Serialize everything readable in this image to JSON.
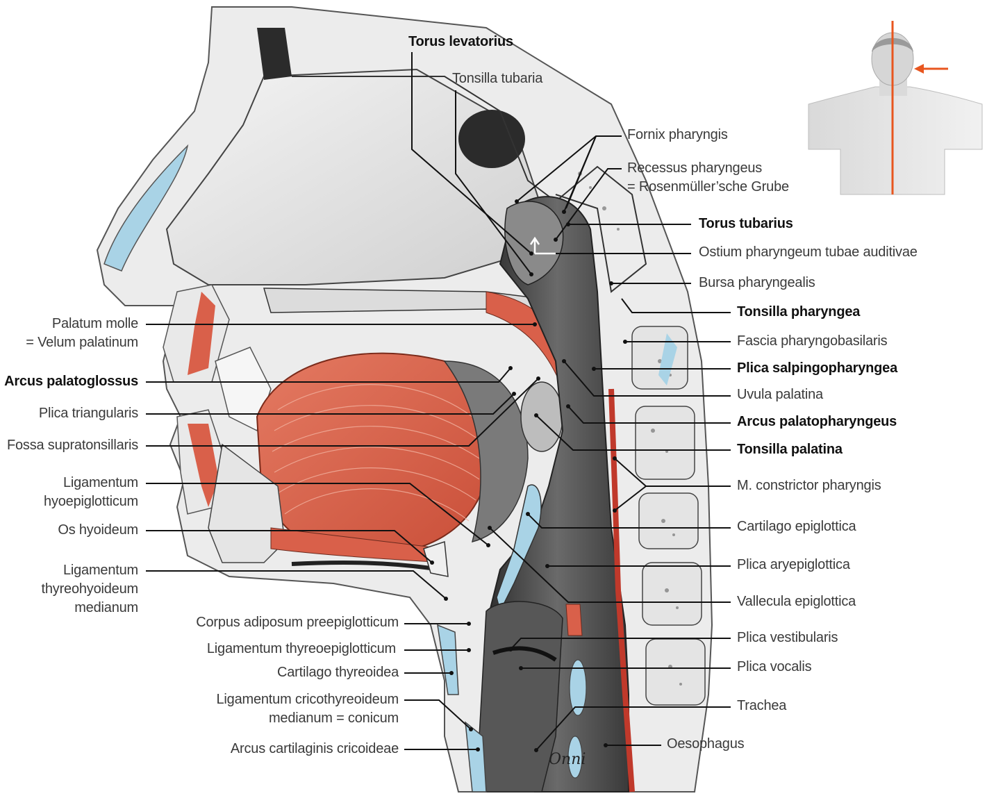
{
  "colors": {
    "muscle": "#d9604a",
    "cartilage": "#a9d3e6",
    "tissue": "#5c5c5c",
    "leader": "#111111",
    "marker": "#e8561f",
    "bone": "#e9e9e9"
  },
  "labels": {
    "torus_levatorius": "Torus levatorius",
    "tonsilla_tubaria": "Tonsilla tubaria",
    "fornix_pharyngis": "Fornix pharyngis",
    "recessus_l1": "Recessus pharyngeus",
    "recessus_l2": "= Rosenmüller’sche Grube",
    "torus_tubarius": "Torus tubarius",
    "ostium": "Ostium pharyngeum tubae auditivae",
    "bursa": "Bursa pharyngealis",
    "tonsilla_pharyngea": "Tonsilla pharyngea",
    "fascia": "Fascia pharyngobasilaris",
    "plica_salpingo": "Plica salpingopharyngea",
    "uvula": "Uvula palatina",
    "arcus_palatopharyngeus": "Arcus palatopharyngeus",
    "tonsilla_palatina": "Tonsilla palatina",
    "m_constrictor": "M. constrictor pharyngis",
    "cartilago_epiglottica": "Cartilago epiglottica",
    "plica_aryepi": "Plica aryepiglottica",
    "vallecula": "Vallecula epiglottica",
    "plica_vestibularis": "Plica vestibularis",
    "plica_vocalis": "Plica vocalis",
    "trachea": "Trachea",
    "oesophagus": "Oesophagus",
    "palatum_l1": "Palatum molle",
    "palatum_l2": "= Velum palatinum",
    "arcus_palatoglossus": "Arcus palatoglossus",
    "plica_triangularis": "Plica triangularis",
    "fossa": "Fossa supratonsillaris",
    "lig_hyo_l1": "Ligamentum",
    "lig_hyo_l2": "hyoepiglotticum",
    "os_hyoideum": "Os hyoideum",
    "lig_thyreo_l1": "Ligamentum",
    "lig_thyreo_l2": "thyreohyoideum",
    "lig_thyreo_l3": "medianum",
    "corpus": "Corpus adiposum preepiglotticum",
    "lig_thyreoepi": "Ligamentum thyreoepiglotticum",
    "cart_thyreoidea": "Cartilago thyreoidea",
    "lig_crico_l1": "Ligamentum cricothyreoideum",
    "lig_crico_l2": "medianum = conicum",
    "arcus_crico": "Arcus cartilaginis cricoideae"
  },
  "signature": "Onni"
}
